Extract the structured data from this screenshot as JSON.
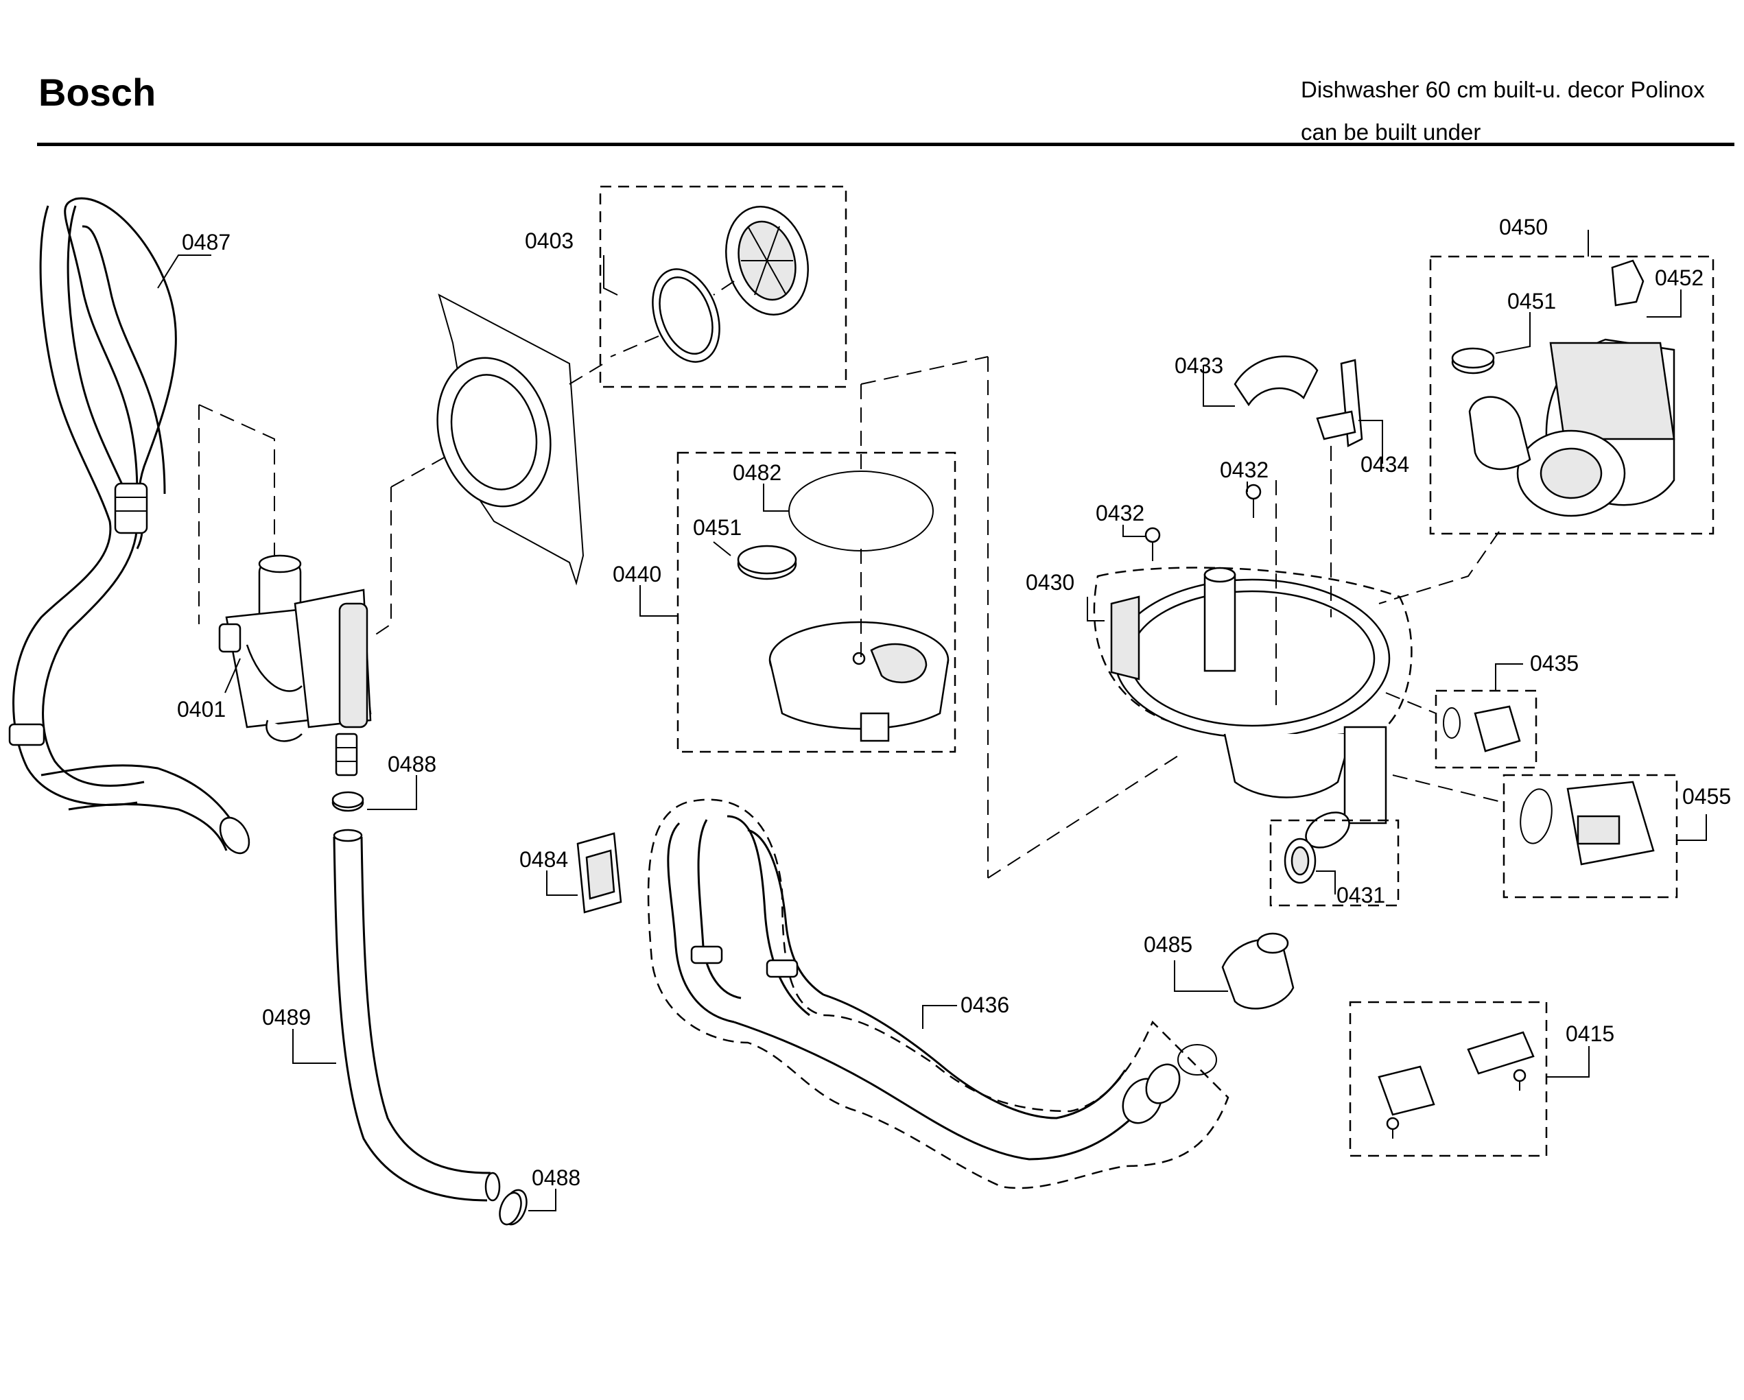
{
  "header": {
    "brand": "Bosch",
    "model_line1": "Dishwasher 60 cm built-u. decor Polinox",
    "model_line2": "can be built under"
  },
  "callouts": [
    {
      "id": "c0487",
      "label": "0487"
    },
    {
      "id": "c0403",
      "label": "0403"
    },
    {
      "id": "c0401",
      "label": "0401"
    },
    {
      "id": "c0488a",
      "label": "0488"
    },
    {
      "id": "c0489",
      "label": "0489"
    },
    {
      "id": "c0488b",
      "label": "0488"
    },
    {
      "id": "c0482",
      "label": "0482"
    },
    {
      "id": "c0451a",
      "label": "0451"
    },
    {
      "id": "c0440",
      "label": "0440"
    },
    {
      "id": "c0484",
      "label": "0484"
    },
    {
      "id": "c0436",
      "label": "0436"
    },
    {
      "id": "c0433",
      "label": "0433"
    },
    {
      "id": "c0434",
      "label": "0434"
    },
    {
      "id": "c0432a",
      "label": "0432"
    },
    {
      "id": "c0432b",
      "label": "0432"
    },
    {
      "id": "c0430",
      "label": "0430"
    },
    {
      "id": "c0450",
      "label": "0450"
    },
    {
      "id": "c0451b",
      "label": "0451"
    },
    {
      "id": "c0452",
      "label": "0452"
    },
    {
      "id": "c0435",
      "label": "0435"
    },
    {
      "id": "c0455",
      "label": "0455"
    },
    {
      "id": "c0431",
      "label": "0431"
    },
    {
      "id": "c0485",
      "label": "0485"
    },
    {
      "id": "c0415",
      "label": "0415"
    }
  ]
}
